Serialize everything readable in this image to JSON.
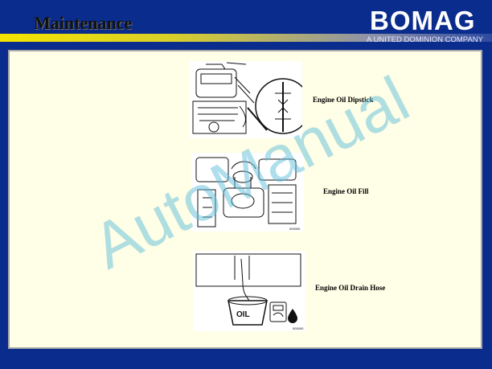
{
  "header": {
    "title": "Maintenance",
    "logo": {
      "word": "BOMAG",
      "subtitle": "A UNITED DOMINION COMPANY"
    }
  },
  "figures": [
    {
      "caption": "Engine Oil Dipstick"
    },
    {
      "caption": "Engine Oil Fill"
    },
    {
      "caption": "Engine Oil Drain Hose",
      "container_label": "OIL"
    }
  ],
  "watermark": "AutoManual",
  "colors": {
    "background": "#0a2c8c",
    "panel": "#fffee6",
    "watermark": "#5fbedc",
    "title_bar_gold": "#f5e400"
  }
}
